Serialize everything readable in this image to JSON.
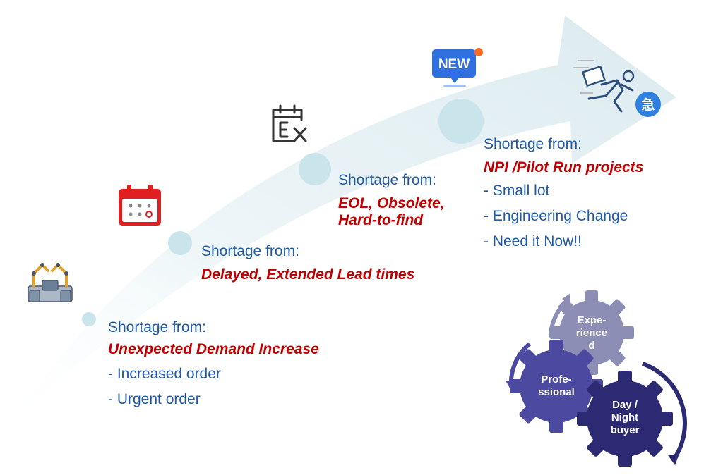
{
  "colors": {
    "heading": "#1f5aa6",
    "emphasis": "#c00000",
    "arrow_fill": "#e6f1f5",
    "circle_fill": "#c9e4ea",
    "gear_light": "#8c8eb6",
    "gear_mid": "#4b4aa0",
    "gear_dark": "#2b2a73"
  },
  "stages": [
    {
      "icon": "factory-robot-arms-icon",
      "heading": "Shortage from:",
      "cause": "Unexpected Demand Increase",
      "details": [
        "- Increased order",
        "- Urgent order"
      ]
    },
    {
      "icon": "calendar-icon",
      "heading": "Shortage from:",
      "cause": "Delayed, Extended Lead times",
      "details": []
    },
    {
      "icon": "calendar-ex-icon",
      "heading": "Shortage from:",
      "cause": "EOL, Obsolete,\nHard-to-find",
      "details": []
    },
    {
      "icon": "new-badge-icon",
      "heading": "Shortage from:",
      "cause": "NPI /Pilot Run projects",
      "details": [
        "- Small lot",
        "- Engineering Change",
        "- Need it Now!!"
      ]
    }
  ],
  "urgent_icon": {
    "icon": "running-person-urgent-icon",
    "glyph": "急"
  },
  "new_badge_text": "NEW",
  "gears": [
    {
      "label": "Expe-\nrience\nd"
    },
    {
      "label": "Profe-\nssional"
    },
    {
      "label": "Day /\nNight\nbuyer"
    }
  ]
}
